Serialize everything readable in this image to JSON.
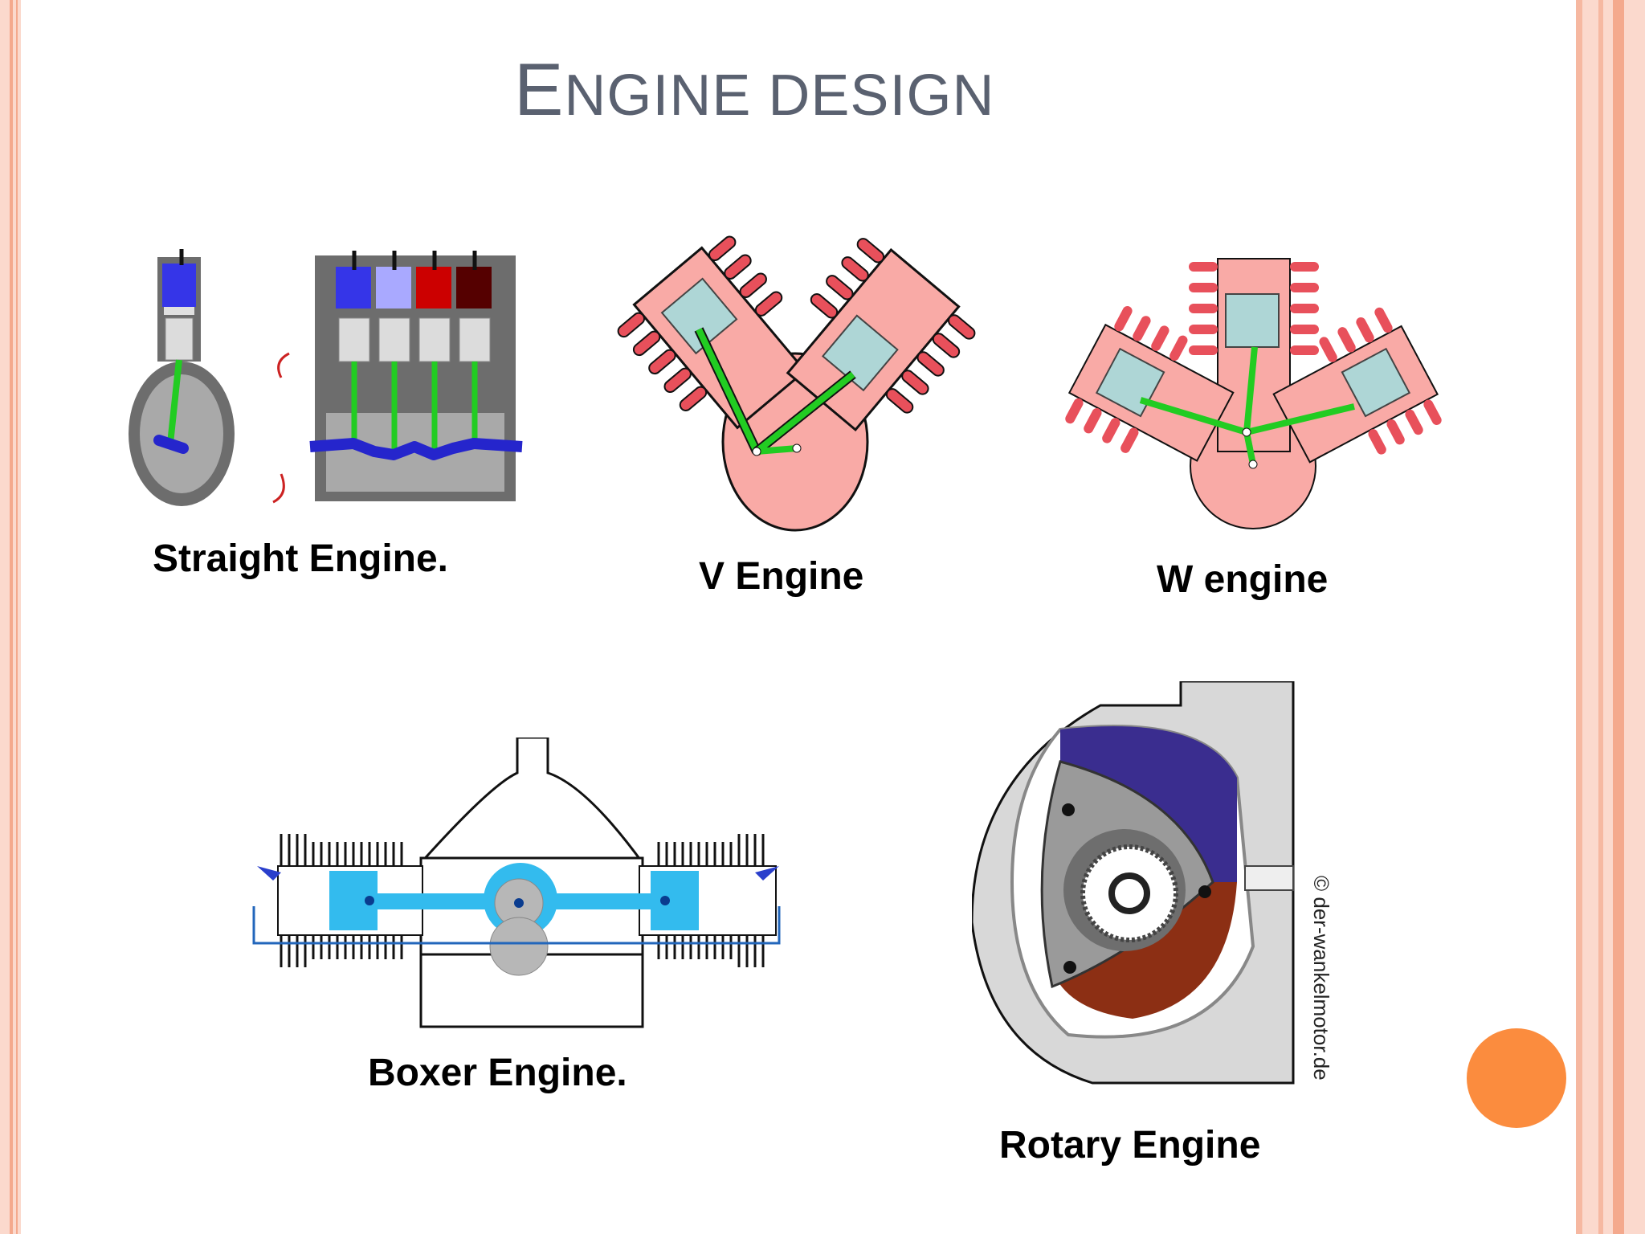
{
  "title": {
    "first": "E",
    "rest": "NGINE DESIGN"
  },
  "labels": {
    "straight": "Straight Engine.",
    "v": "V Engine",
    "w": "W engine",
    "boxer": "Boxer Engine.",
    "rotary": "Rotary Engine"
  },
  "watermark": "© der-wankelmotor.de",
  "colors": {
    "title": "#5a6170",
    "border": "#f4a98d",
    "accent_dot": "#fb8c3e",
    "cylinder_pink": "#f9aaa6",
    "fin_red": "#e8505b",
    "piston_teal": "#aed6d6",
    "rod_green": "#22cc22",
    "boxer_blue": "#33bbee",
    "rotary_purple": "#3a2d8f",
    "rotary_red": "#8c2f14"
  }
}
